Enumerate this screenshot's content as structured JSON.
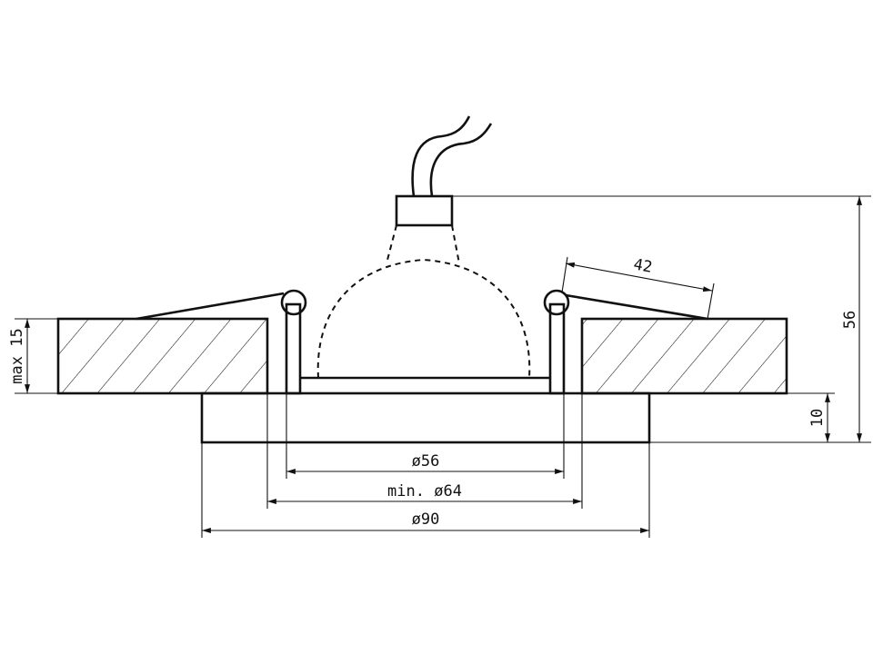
{
  "dimensions": {
    "d56": "ø56",
    "d64": "min. ø64",
    "d90": "ø90",
    "h56": "56",
    "h10": "10",
    "max15": "max 15",
    "tilt42": "42"
  }
}
